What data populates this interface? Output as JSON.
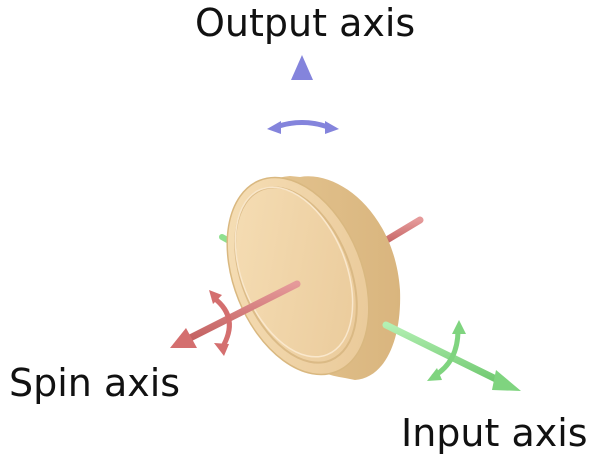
{
  "labels": {
    "output_axis": "Output axis",
    "spin_axis": "Spin axis",
    "input_axis": "Input axis"
  },
  "colors": {
    "output_axis": "#8b8be0",
    "spin_axis": "#d97a7a",
    "input_axis": "#8fe08f",
    "disk_face": "#f2d5a8",
    "disk_rim": "#e2c290"
  }
}
